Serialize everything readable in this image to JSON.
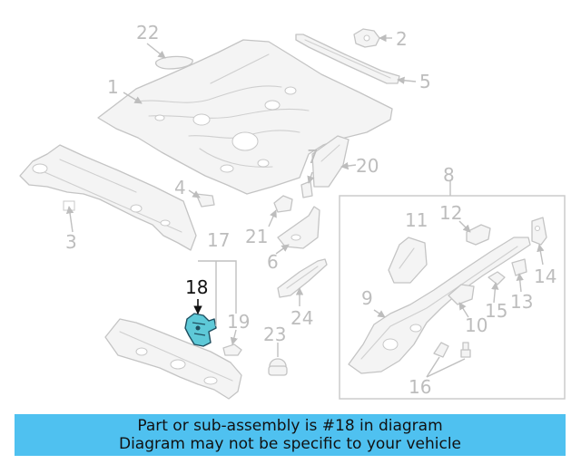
{
  "diagram": {
    "highlighted_part": "18",
    "highlight_color": "#5ec9d8",
    "callouts": [
      "1",
      "2",
      "3",
      "4",
      "5",
      "6",
      "7",
      "8",
      "9",
      "10",
      "11",
      "12",
      "13",
      "14",
      "15",
      "16",
      "17",
      "18",
      "19",
      "20",
      "21",
      "22",
      "23",
      "24"
    ]
  },
  "banner": {
    "background": "#4fc1f0",
    "line1": "Part or sub-assembly is #18 in diagram",
    "line2": "Diagram may not be specific to your vehicle"
  }
}
